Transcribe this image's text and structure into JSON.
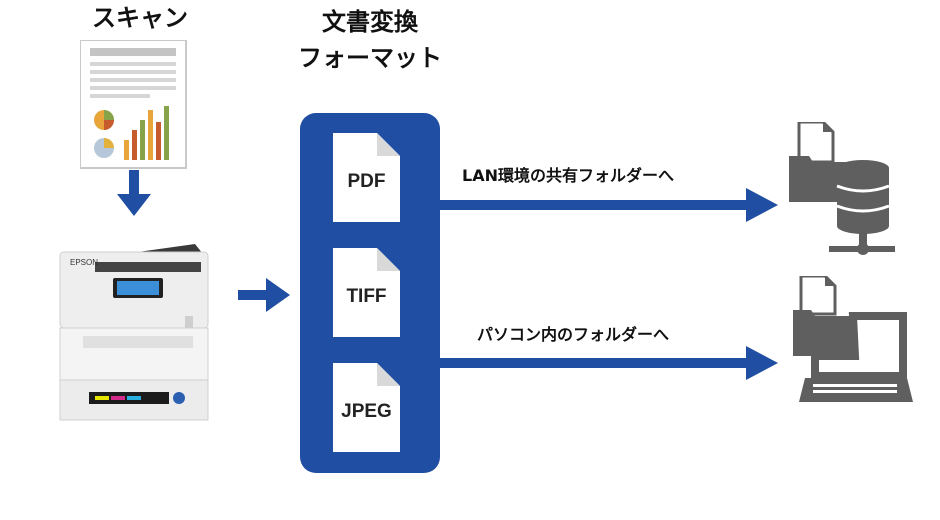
{
  "headings": {
    "scan": "スキャン",
    "convert_line1": "文書変換",
    "convert_line2": "フォーマット"
  },
  "formats": [
    "PDF",
    "TIFF",
    "JPEG"
  ],
  "outputs": [
    {
      "label": "LAN環境の共有フォルダーへ",
      "icon": "network-server-folder-icon"
    },
    {
      "label": "パソコン内のフォルダーへ",
      "icon": "laptop-folder-icon"
    }
  ],
  "printer": {
    "brand": "EPSON"
  },
  "colors": {
    "accent_blue": "#1f4ea2",
    "icon_gray": "#5f5f5f"
  }
}
